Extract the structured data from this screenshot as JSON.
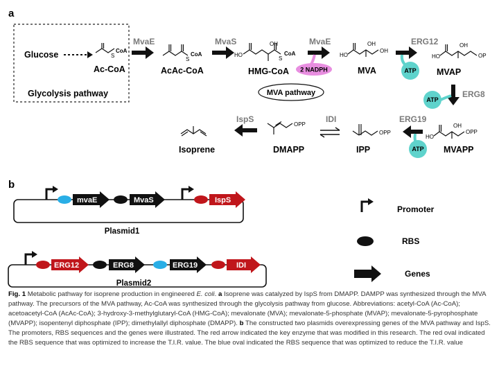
{
  "panel_a": {
    "label": "a",
    "box_title": "Glycolysis pathway",
    "glucose": "Glucose",
    "metabolites": {
      "acoa": "Ac-CoA",
      "acacoa": "AcAc-CoA",
      "hmgcoa": "HMG-CoA",
      "mva": "MVA",
      "mvap": "MVAP",
      "mvapp": "MVAPP",
      "ipp": "IPP",
      "dmapp": "DMAPP",
      "isoprene": "Isoprene"
    },
    "enzymes": {
      "mvae1": "MvaE",
      "mvas": "MvaS",
      "mvae2": "MvaE",
      "erg12": "ERG12",
      "erg8": "ERG8",
      "erg19": "ERG19",
      "idi": "IDI",
      "isps": "IspS"
    },
    "cofactors": {
      "nadph": "2 NADPH",
      "atp1": "ATP",
      "atp2": "ATP",
      "atp3": "ATP"
    },
    "chem_labels": {
      "coa": "CoA",
      "s": "S",
      "o": "O",
      "oh": "OH",
      "ho": "HO",
      "op": "OP",
      "opp": "OPP"
    },
    "pathway_label": "MVA pathway"
  },
  "panel_b": {
    "label": "b",
    "plasmid1": {
      "name": "Plasmid1",
      "genes": [
        "mvaE",
        "MvaS",
        "IspS"
      ]
    },
    "plasmid2": {
      "name": "Plasmid2",
      "genes": [
        "ERG12",
        "ERG8",
        "ERG19",
        "IDI"
      ]
    },
    "legend": {
      "promoter": "Promoter",
      "rbs": "RBS",
      "genes": "Genes"
    }
  },
  "colors": {
    "gene_black": "#111111",
    "gene_red": "#c0161b",
    "rbs_blue": "#29aee6",
    "rbs_red": "#c0161b",
    "atp_cyan": "#5fd3cc",
    "nadph_pink": "#e88ee0",
    "enzyme_gray": "#7a7a7a"
  },
  "caption": {
    "fig": "Fig. 1",
    "t1": " Metabolic pathway for isoprene production in engineered ",
    "ecoli": "E. coli",
    "t2": ". ",
    "a": "a",
    "t3": " Isoprene was catalyzed by IspS from DMAPP. DAMPP was synthesized through the MVA pathway. The precursors of the MVA pathway, Ac-CoA was synthesized through the glycolysis pathway from glucose. Abbreviations: acetyl-CoA (Ac-CoA); acetoacetyl-CoA (AcAc-CoA); 3-hydroxy-3-methylglutaryl-CoA (HMG-CoA); mevalonate (MVA); mevalonate-5-phosphate (MVAP); mevalonate-5-pyrophosphate (MVAPP); isopentenyl diphosphate (IPP); dimethylallyl diphosphate (DMAPP). ",
    "b": "b",
    "t4": " The constructed two plasmids overexpressing genes of the MVA pathway and IspS. The promoters, RBS sequences and the genes were illustrated. The red arrow indicated the key enzyme that was modified in this research. The red oval indicated the RBS sequence that was optimized to increase the T.I.R. value. The blue oval indicated the RBS sequence that was optimized to reduce the T.I.R. value"
  }
}
